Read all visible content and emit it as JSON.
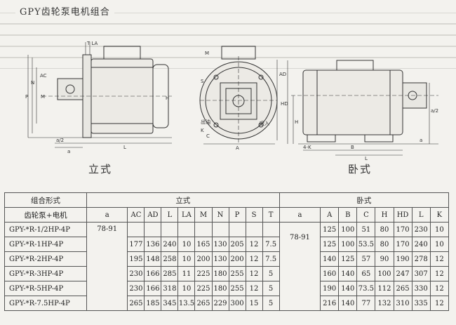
{
  "title": "GPY齿轮泵电机组合",
  "captions": {
    "vertical": "立式",
    "horizontal": "卧式"
  },
  "drawing_labels": {
    "TLA": "T LA",
    "H": "H",
    "M": "M",
    "P": "P",
    "N": "N",
    "AC": "AC",
    "S": "S",
    "AD": "AD",
    "K": "K",
    "A2": "a/2",
    "a": "a",
    "L": "L",
    "C": "C",
    "A": "A",
    "B": "B",
    "HD": "HD",
    "fourK": "4-K",
    "a2b": "a/2",
    "outlet": "出油",
    "inlet": "吸入"
  },
  "table": {
    "header_group": "组合形式",
    "header_model": "齿轮泵+电机",
    "vertical_group": "立式",
    "horizontal_group": "卧式",
    "vertical_cols": [
      "a",
      "AC",
      "AD",
      "L",
      "LA",
      "M",
      "N",
      "P",
      "S",
      "T"
    ],
    "horizontal_cols": [
      "a",
      "A",
      "B",
      "C",
      "H",
      "HD",
      "L",
      "K"
    ],
    "a_value": "78-91",
    "rows": [
      {
        "model": "GPY-*R-1/2HP-4P",
        "v": [
          "",
          "",
          "",
          "",
          "",
          "",
          "",
          "",
          "",
          ""
        ],
        "h": [
          "",
          "125",
          "100",
          "51",
          "80",
          "170",
          "230",
          "10"
        ]
      },
      {
        "model": "GPY-*R-1HP-4P",
        "v": [
          "",
          "177",
          "136",
          "240",
          "10",
          "165",
          "130",
          "205",
          "12",
          "7.5"
        ],
        "h": [
          "",
          "125",
          "100",
          "53.5",
          "80",
          "170",
          "240",
          "10"
        ]
      },
      {
        "model": "GPY-*R-2HP-4P",
        "v": [
          "",
          "195",
          "148",
          "258",
          "10",
          "200",
          "130",
          "200",
          "12",
          "7.5"
        ],
        "h": [
          "",
          "140",
          "125",
          "57",
          "90",
          "190",
          "278",
          "12"
        ]
      },
      {
        "model": "GPY-*R-3HP-4P",
        "v": [
          "",
          "230",
          "166",
          "285",
          "11",
          "225",
          "180",
          "255",
          "12",
          "5"
        ],
        "h": [
          "",
          "160",
          "140",
          "65",
          "100",
          "247",
          "307",
          "12"
        ]
      },
      {
        "model": "GPY-*R-5HP-4P",
        "v": [
          "",
          "230",
          "166",
          "318",
          "10",
          "225",
          "180",
          "255",
          "12",
          "5"
        ],
        "h": [
          "",
          "190",
          "140",
          "73.5",
          "112",
          "265",
          "330",
          "12"
        ]
      },
      {
        "model": "GPY-*R-7.5HP-4P",
        "v": [
          "",
          "265",
          "185",
          "345",
          "13.5",
          "265",
          "229",
          "300",
          "15",
          "5"
        ],
        "h": [
          "",
          "216",
          "140",
          "77",
          "132",
          "310",
          "335",
          "12"
        ]
      }
    ]
  }
}
